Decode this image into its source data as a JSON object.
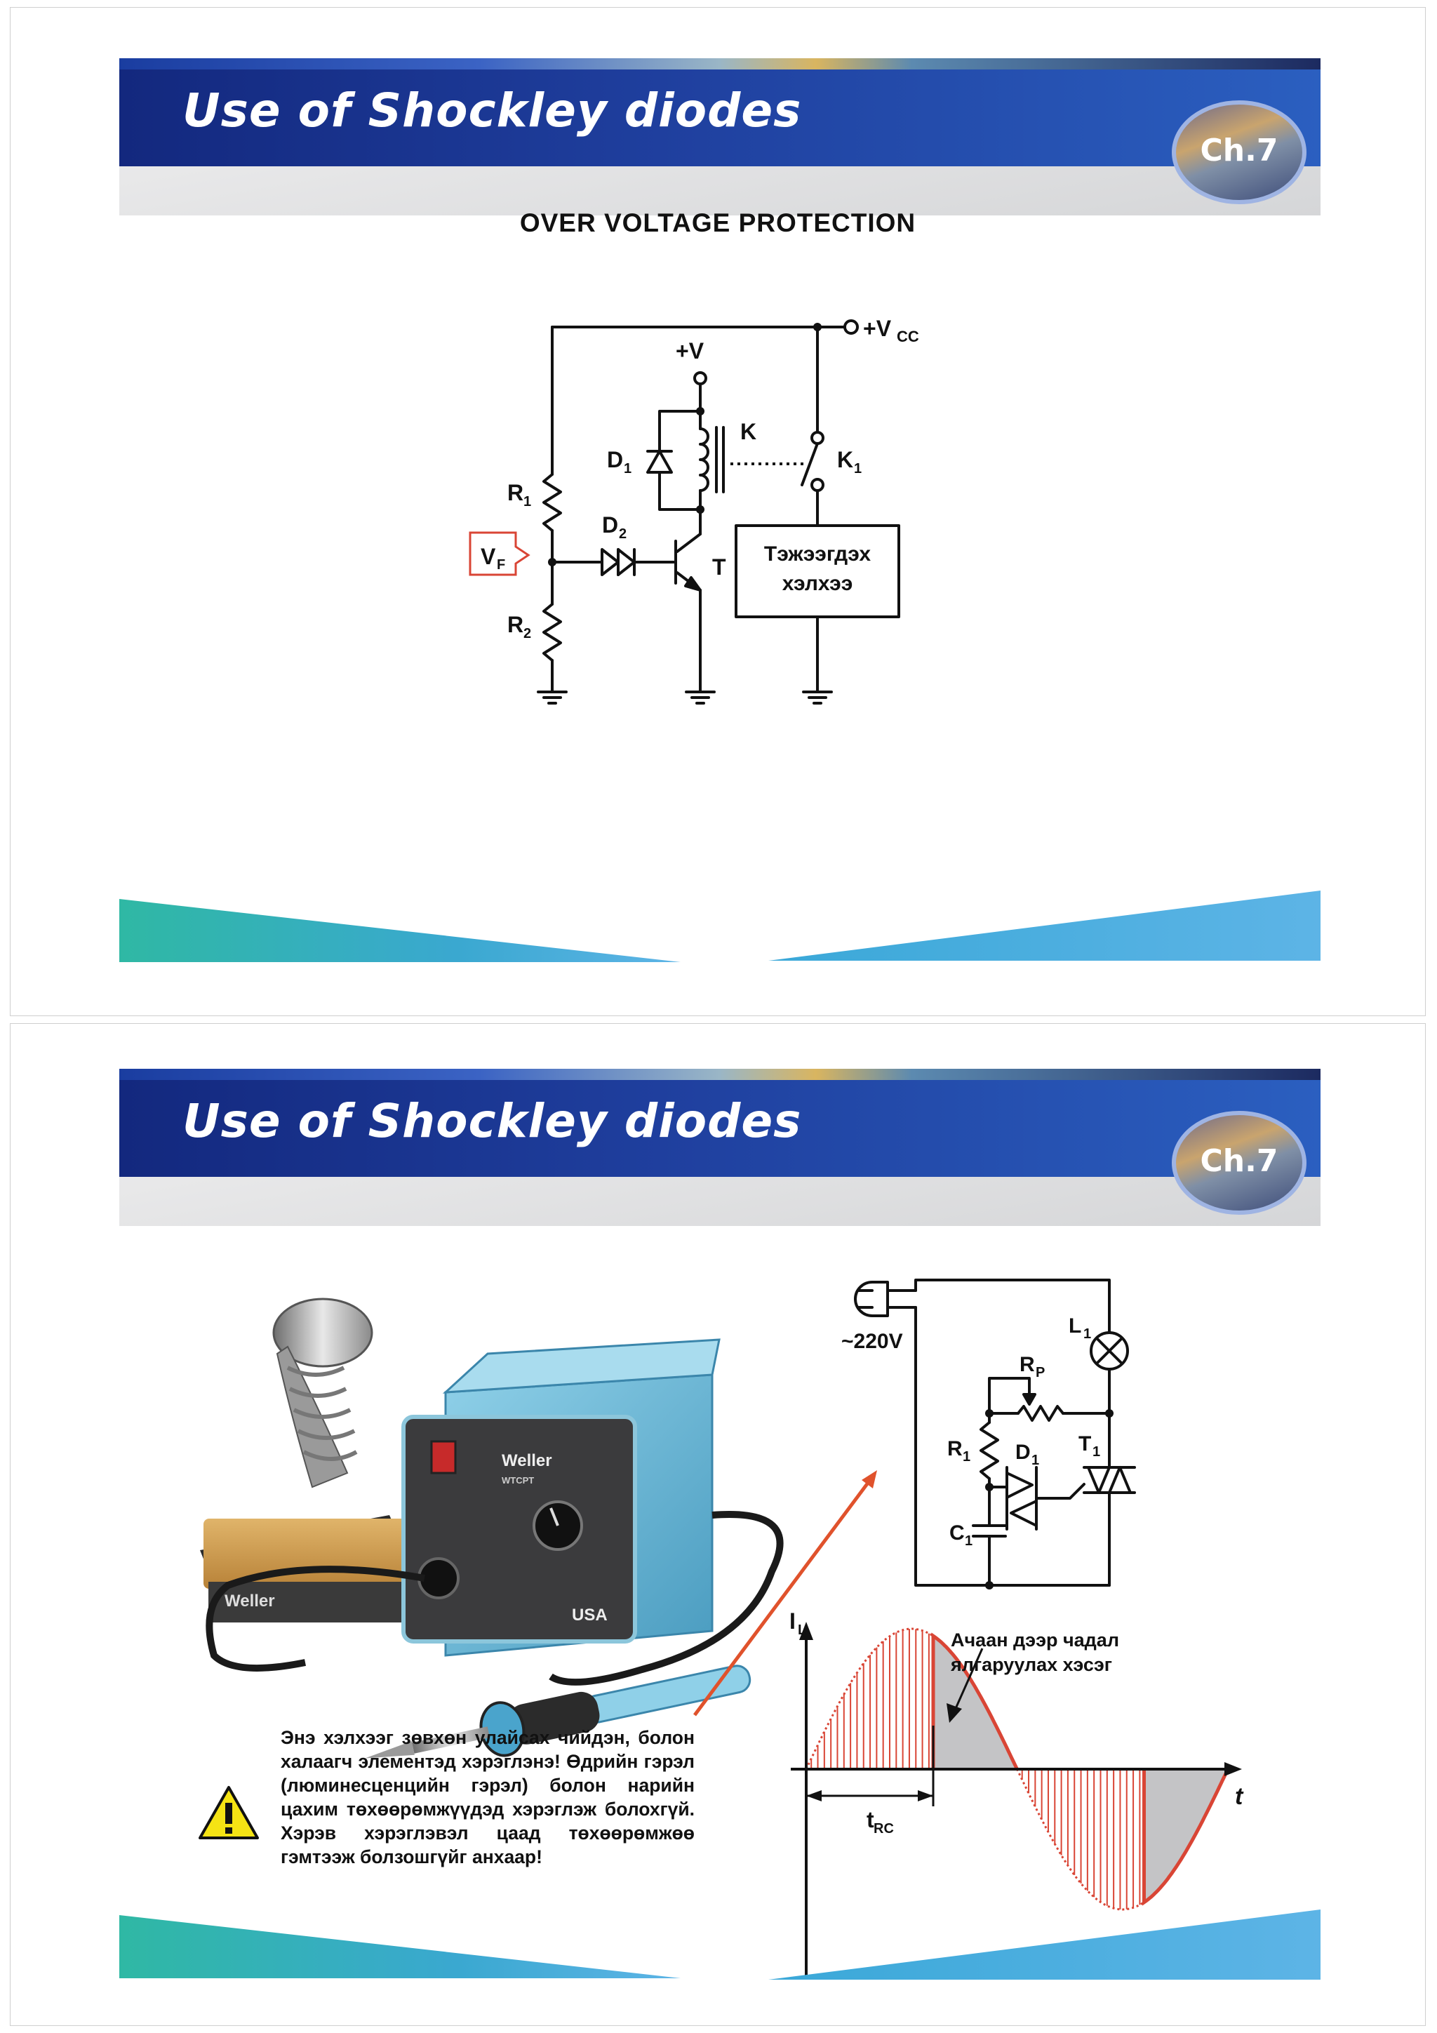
{
  "slide1": {
    "title": "Use of Shockley diodes",
    "badge": "Ch.7",
    "subtitle": "OVER  VOLTAGE  PROTECTION",
    "circuit": {
      "vcc": "+V",
      "vcc_sub": "CC",
      "v": "+V",
      "k": "K",
      "k1": "K",
      "k1_sub": "1",
      "d1": "D",
      "d1_sub": "1",
      "d2": "D",
      "d2_sub": "2",
      "r1": "R",
      "r1_sub": "1",
      "r2": "R",
      "r2_sub": "2",
      "vf": "V",
      "vf_sub": "F",
      "t": "T",
      "load_line1": "Тэжээгдэх",
      "load_line2": "хэлхээ"
    }
  },
  "slide2": {
    "title": "Use of Shockley diodes",
    "badge": "Ch.7",
    "photo_brand": "Weller",
    "photo_model": "WTCPT",
    "photo_usa": "USA",
    "circuit": {
      "mains": "~220V",
      "l1": "L",
      "l1_sub": "1",
      "rp": "R",
      "rp_sub": "P",
      "r1": "R",
      "r1_sub": "1",
      "d1": "D",
      "d1_sub": "1",
      "t1": "T",
      "t1_sub": "1",
      "c1": "C",
      "c1_sub": "1"
    },
    "graph": {
      "y_label": "I",
      "y_sub": "L",
      "x_label": "t",
      "trc": "t",
      "trc_sub": "RC",
      "note_line1": "Ачаан дээр чадал",
      "note_line2": "ялгаруулах хэсэг"
    },
    "warning": "Энэ хэлхээг зөвхөн улайсах чийдэн, болон халаагч элементэд хэрэглэнэ! Өдрийн гэрэл (люминесценцийн гэрэл) болон нарийн цахим төхөөрөмжүүдэд хэрэглэж болохгүй. Хэрэв хэрэглэвэл цаад төхөөрөмжөө гэмтээж болзошгүйг анхаар!"
  },
  "colors": {
    "header_blue": "#1f3f9e",
    "highlight_red": "#d94535",
    "footer_teal": "#2fb8a4"
  }
}
